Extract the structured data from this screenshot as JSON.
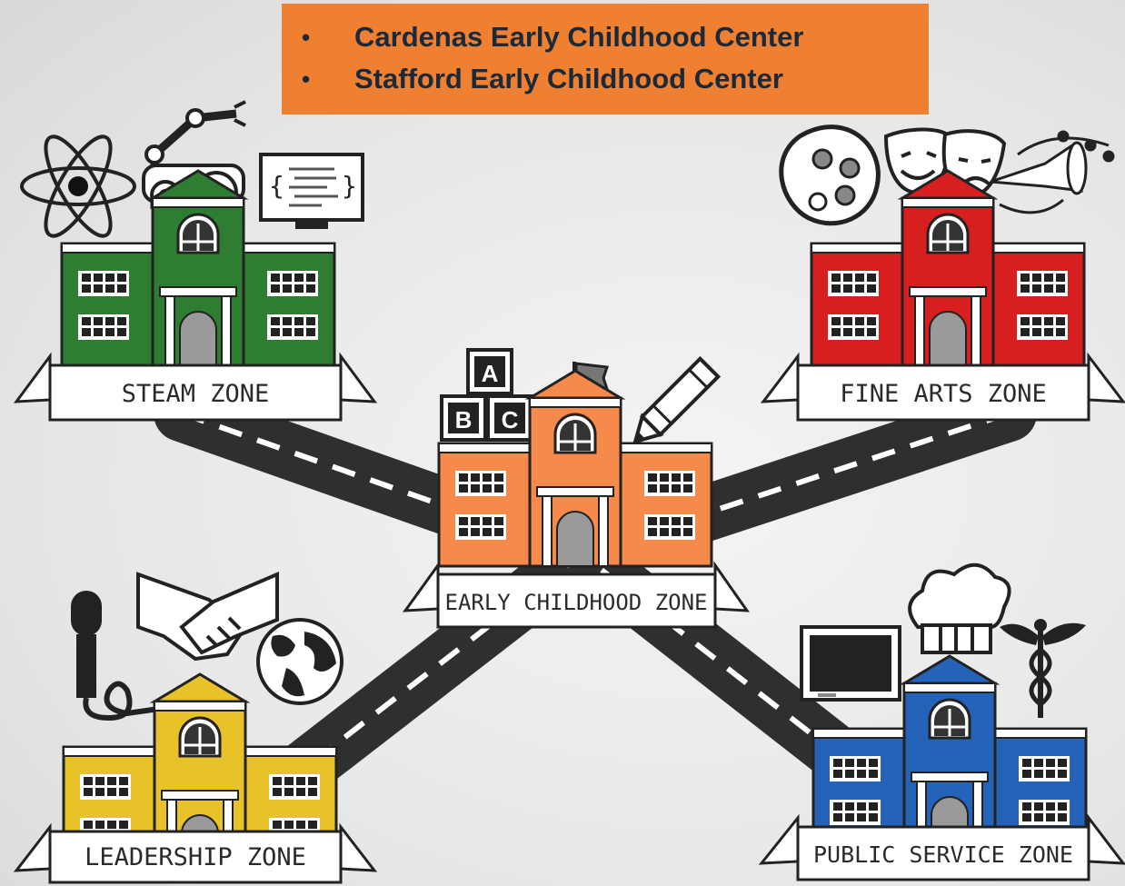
{
  "banner": {
    "items": [
      "Cardenas Early Childhood Center",
      "Stafford Early Childhood Center"
    ],
    "background": "#ef7f31"
  },
  "zones": {
    "steam": {
      "label": "STEAM ZONE",
      "color": "#2e7d32",
      "icons": [
        "atom-icon",
        "robot-arm-icon",
        "computer-code-icon"
      ]
    },
    "fine_arts": {
      "label": "FINE ARTS ZONE",
      "color": "#d81f1f",
      "icons": [
        "paint-palette-icon",
        "theater-masks-icon",
        "trumpet-music-icon"
      ]
    },
    "early_childhood": {
      "label": "EARLY CHILDHOOD ZONE",
      "color": "#f58a4b",
      "icons": [
        "abc-blocks-icon",
        "flag-icon",
        "crayon-icon"
      ]
    },
    "leadership": {
      "label": "LEADERSHIP ZONE",
      "color": "#e8c229",
      "icons": [
        "microphone-icon",
        "handshake-icon",
        "globe-icon"
      ]
    },
    "public_service": {
      "label": "PUBLIC SERVICE ZONE",
      "color": "#2563b8",
      "icons": [
        "chalkboard-icon",
        "chef-hat-icon",
        "caduceus-icon"
      ]
    }
  },
  "blocks": {
    "a": "A",
    "b": "B",
    "c": "C"
  }
}
